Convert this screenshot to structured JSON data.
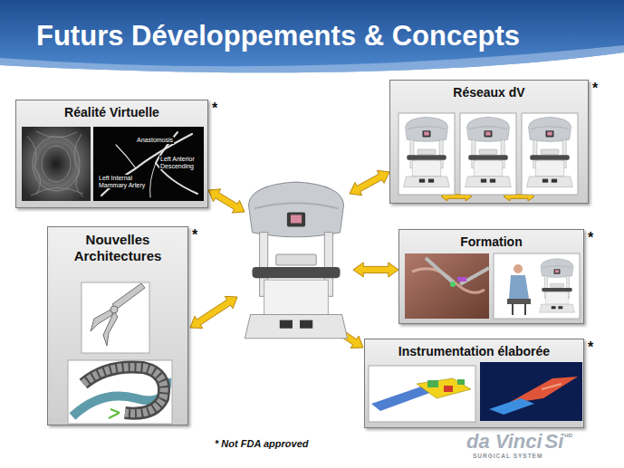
{
  "diagram": {
    "title": "Futurs Développements & Concepts",
    "nodes": [
      {
        "text": [
          "Réalité Virtuelle",
          "*"
        ]
      },
      {
        "text": [
          "Réseaux dV",
          "*"
        ]
      },
      {
        "text": [
          "Nouvelles Architectures",
          "*"
        ]
      },
      {
        "text": [
          "Formation",
          "*"
        ]
      },
      {
        "text": [
          "Instrumentation élaborée",
          "*"
        ]
      }
    ],
    "labels": [
      "Anastomosis",
      "Left Internal Mammary Artery",
      "Left Anterior Descending",
      "* Not FDA approved",
      "da Vinci",
      "Si",
      "HD",
      "SURGICAL SYSTEM"
    ]
  }
}
